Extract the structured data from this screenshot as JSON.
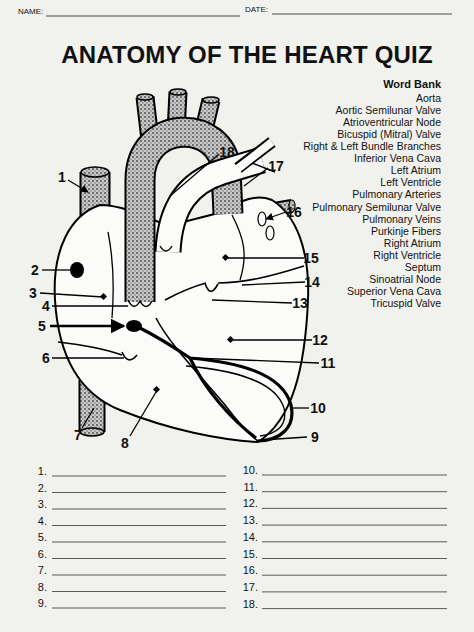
{
  "diagram": {
    "title": "ANATOMY OF THE HEART QUIZ",
    "labels": [
      "NAME:",
      "DATE:",
      "Word Bank",
      "Aorta",
      "Aortic Semilunar Valve",
      "Atrioventricular Node",
      "Bicuspid (Mitral) Valve",
      "Right & Left Bundle Branches",
      "Inferior Vena Cava",
      "Left Atrium",
      "Left Ventricle",
      "Pulmonary Arteries",
      "Pulmonary Semilunar Valve",
      "Pulmonary Veins",
      "Purkinje Fibers",
      "Right Atrium",
      "Right Ventricle",
      "Septum",
      "Sinoatrial Node",
      "Superior Vena Cava",
      "Tricuspid Valve",
      "1",
      "2",
      "3",
      "4",
      "5",
      "6",
      "7",
      "8",
      "9",
      "10",
      "11",
      "12",
      "13",
      "14",
      "15",
      "16",
      "17",
      "18",
      "1.",
      "2.",
      "3.",
      "4.",
      "5.",
      "6.",
      "7.",
      "8.",
      "9.",
      "10.",
      "11.",
      "12.",
      "13.",
      "14.",
      "15.",
      "16.",
      "17.",
      "18."
    ]
  }
}
